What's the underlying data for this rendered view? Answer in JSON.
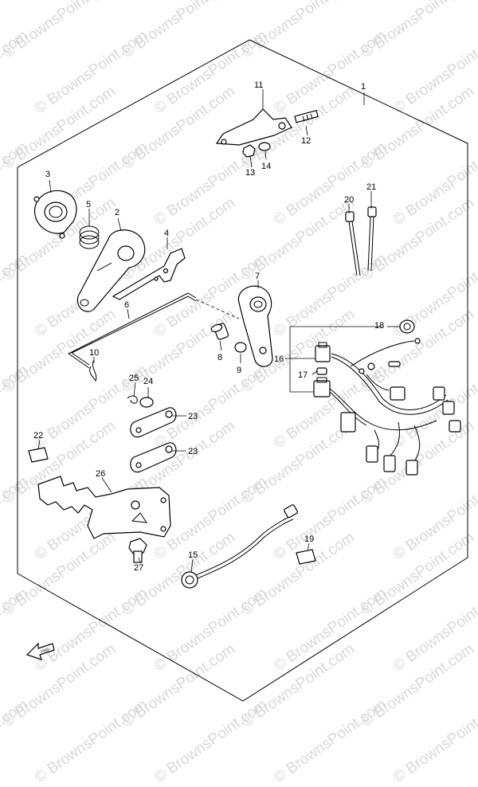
{
  "watermark": "© BrownsPoint.com",
  "callouts": [
    {
      "id": "1",
      "label": "1"
    },
    {
      "id": "2",
      "label": "2"
    },
    {
      "id": "3",
      "label": "3"
    },
    {
      "id": "4",
      "label": "4"
    },
    {
      "id": "5",
      "label": "5"
    },
    {
      "id": "6",
      "label": "6"
    },
    {
      "id": "7",
      "label": "7"
    },
    {
      "id": "8",
      "label": "8"
    },
    {
      "id": "9",
      "label": "9"
    },
    {
      "id": "10",
      "label": "10"
    },
    {
      "id": "11",
      "label": "11"
    },
    {
      "id": "12",
      "label": "12"
    },
    {
      "id": "13",
      "label": "13"
    },
    {
      "id": "14",
      "label": "14"
    },
    {
      "id": "15",
      "label": "15"
    },
    {
      "id": "16",
      "label": "16"
    },
    {
      "id": "17",
      "label": "17"
    },
    {
      "id": "18",
      "label": "18"
    },
    {
      "id": "19",
      "label": "19"
    },
    {
      "id": "20",
      "label": "20"
    },
    {
      "id": "21",
      "label": "21"
    },
    {
      "id": "22",
      "label": "22"
    },
    {
      "id": "23a",
      "label": "23"
    },
    {
      "id": "23b",
      "label": "23"
    },
    {
      "id": "24",
      "label": "24"
    },
    {
      "id": "25",
      "label": "25"
    },
    {
      "id": "26",
      "label": "26"
    },
    {
      "id": "27",
      "label": "27"
    }
  ],
  "direction_marker": {
    "label": "FWD"
  }
}
